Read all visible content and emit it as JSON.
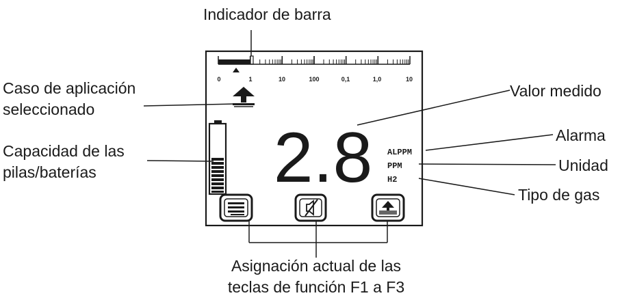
{
  "callouts": {
    "bar_indicator": "Indicador de barra",
    "application_case": [
      "Caso de aplicación",
      "seleccionado"
    ],
    "battery_capacity": [
      "Capacidad de las",
      "pilas/baterías"
    ],
    "measured_value": "Valor medido",
    "alarm": "Alarma",
    "unit": "Unidad",
    "gas_type": "Tipo de gas",
    "function_keys": [
      "Asignación actual de las",
      "teclas de función F1 a F3"
    ]
  },
  "display": {
    "scale_labels": [
      "0",
      "1",
      "10",
      "100",
      "0,1",
      "1,0",
      "10"
    ],
    "measured_value": "2.8",
    "alarm_text": "ALPPM",
    "unit_text": "PPM",
    "gas_text": "H2",
    "bar_level": 0.18,
    "battery_level": 0.5,
    "softkeys": [
      "menu-icon",
      "speaker-mute-icon",
      "application-case-icon"
    ]
  }
}
